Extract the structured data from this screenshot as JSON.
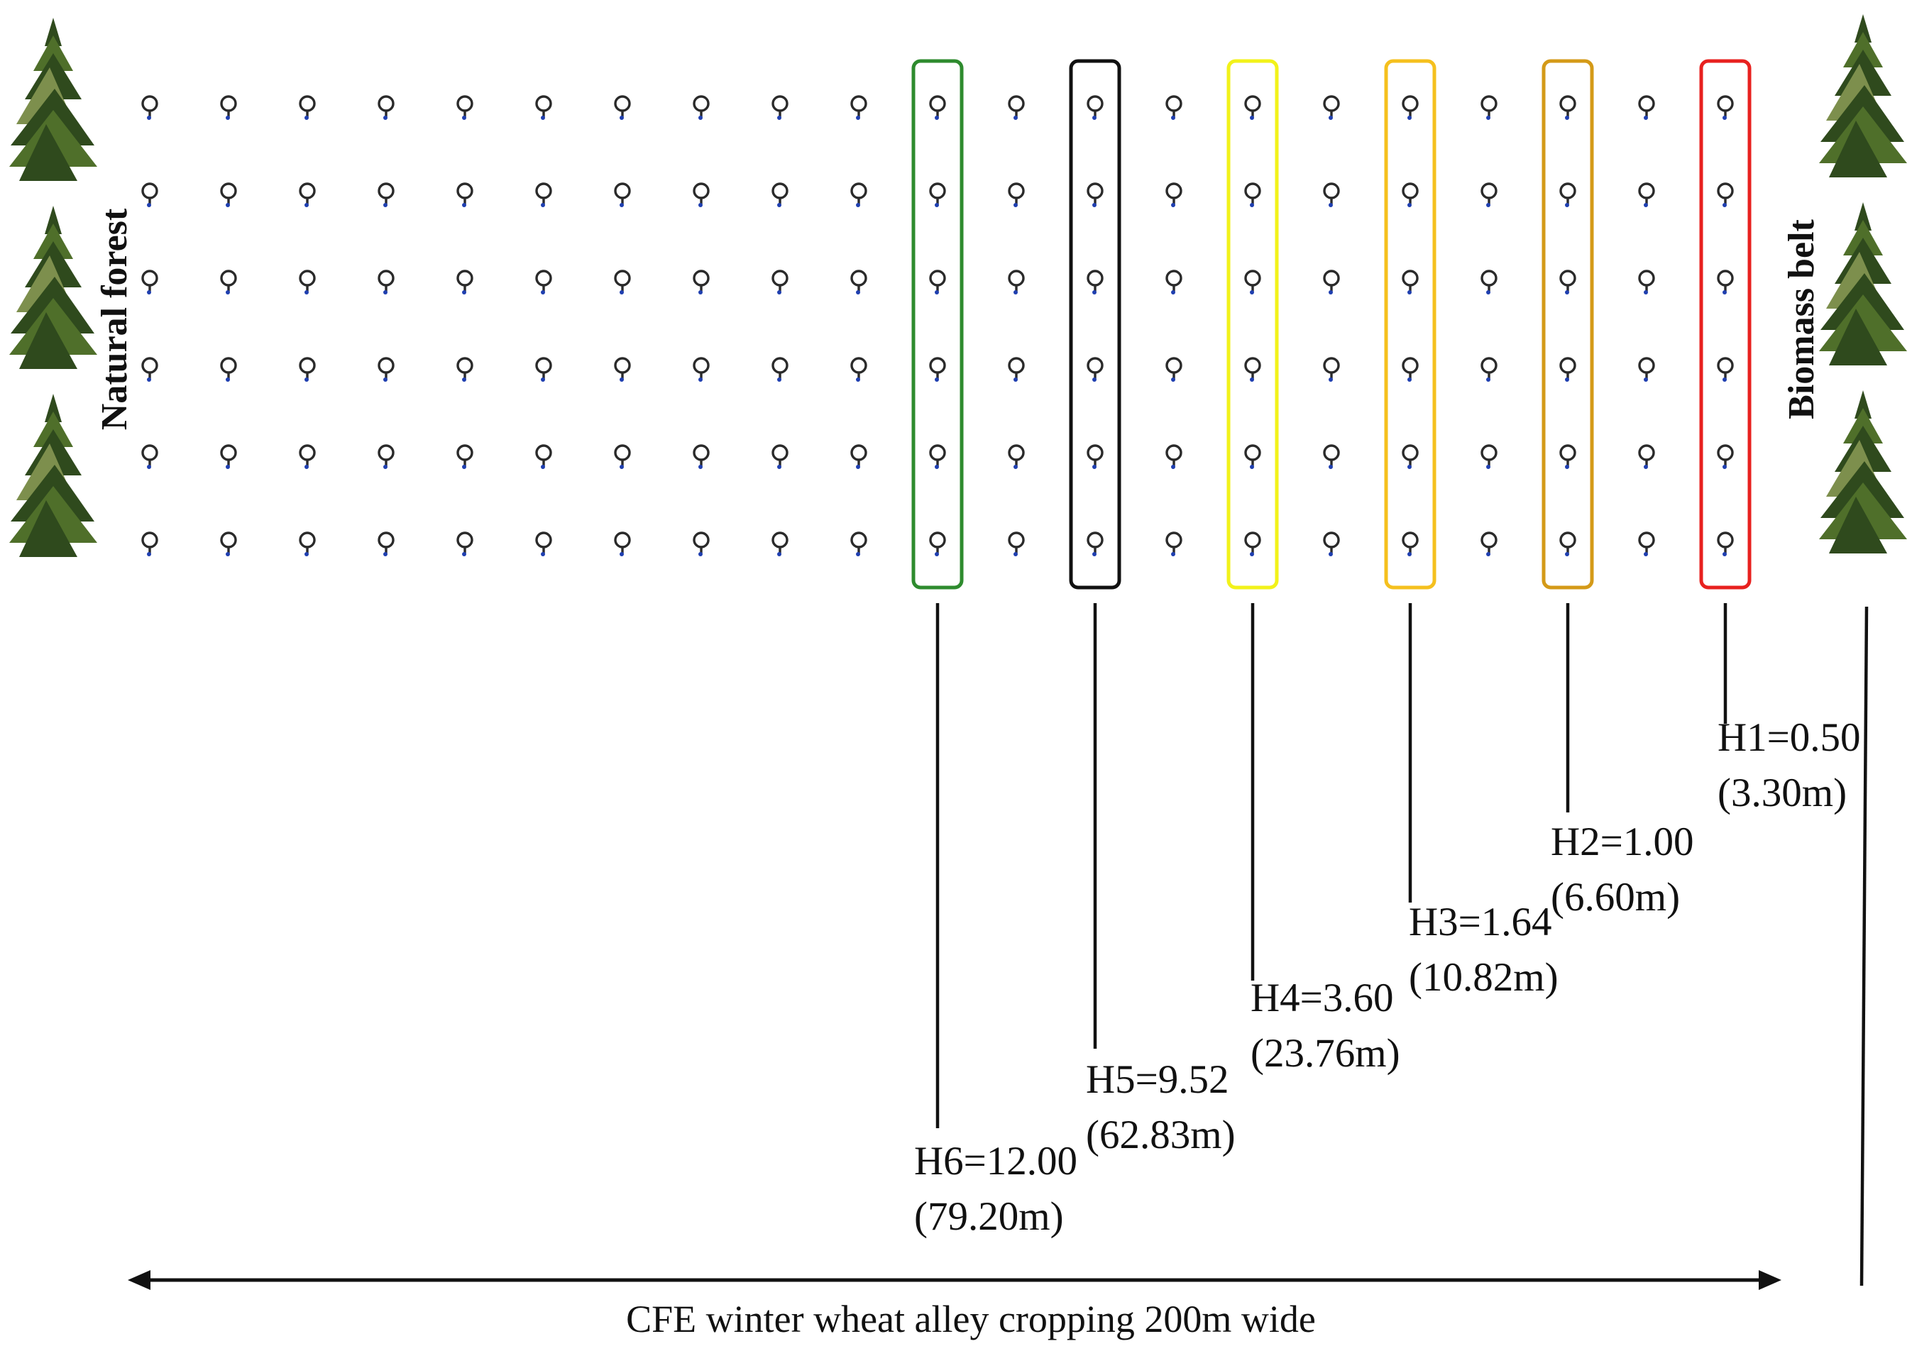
{
  "labels": {
    "left_side": "Natural forest",
    "right_side": "Biomass belt",
    "width": "CFE winter wheat alley cropping 200m wide"
  },
  "grid": {
    "rows": 6,
    "columns": 21
  },
  "bands": [
    {
      "id": "H6",
      "label": "H6=12.00",
      "distance": "(79.20m)",
      "color": "#2e8b2e",
      "column": 11
    },
    {
      "id": "H5",
      "label": "H5=9.52",
      "distance": "(62.83m)",
      "color": "#111111",
      "column": 13
    },
    {
      "id": "H4",
      "label": "H4=3.60",
      "distance": "(23.76m)",
      "color": "#f2f21a",
      "column": 15
    },
    {
      "id": "H3",
      "label": "H3=1.64",
      "distance": "(10.82m)",
      "color": "#f5c01e",
      "column": 17
    },
    {
      "id": "H2",
      "label": "H2=1.00",
      "distance": "(6.60m)",
      "color": "#d49a18",
      "column": 19
    },
    {
      "id": "H1",
      "label": "H1=0.50",
      "distance": "(3.30m)",
      "color": "#e8211f",
      "column": 21
    }
  ],
  "colors": {
    "tree_trunk": "#7a4b2a",
    "tree_foliage": "#2f4a1d",
    "plant_outline": "#2a2a2a",
    "plant_seed": "#1f3fb0"
  }
}
